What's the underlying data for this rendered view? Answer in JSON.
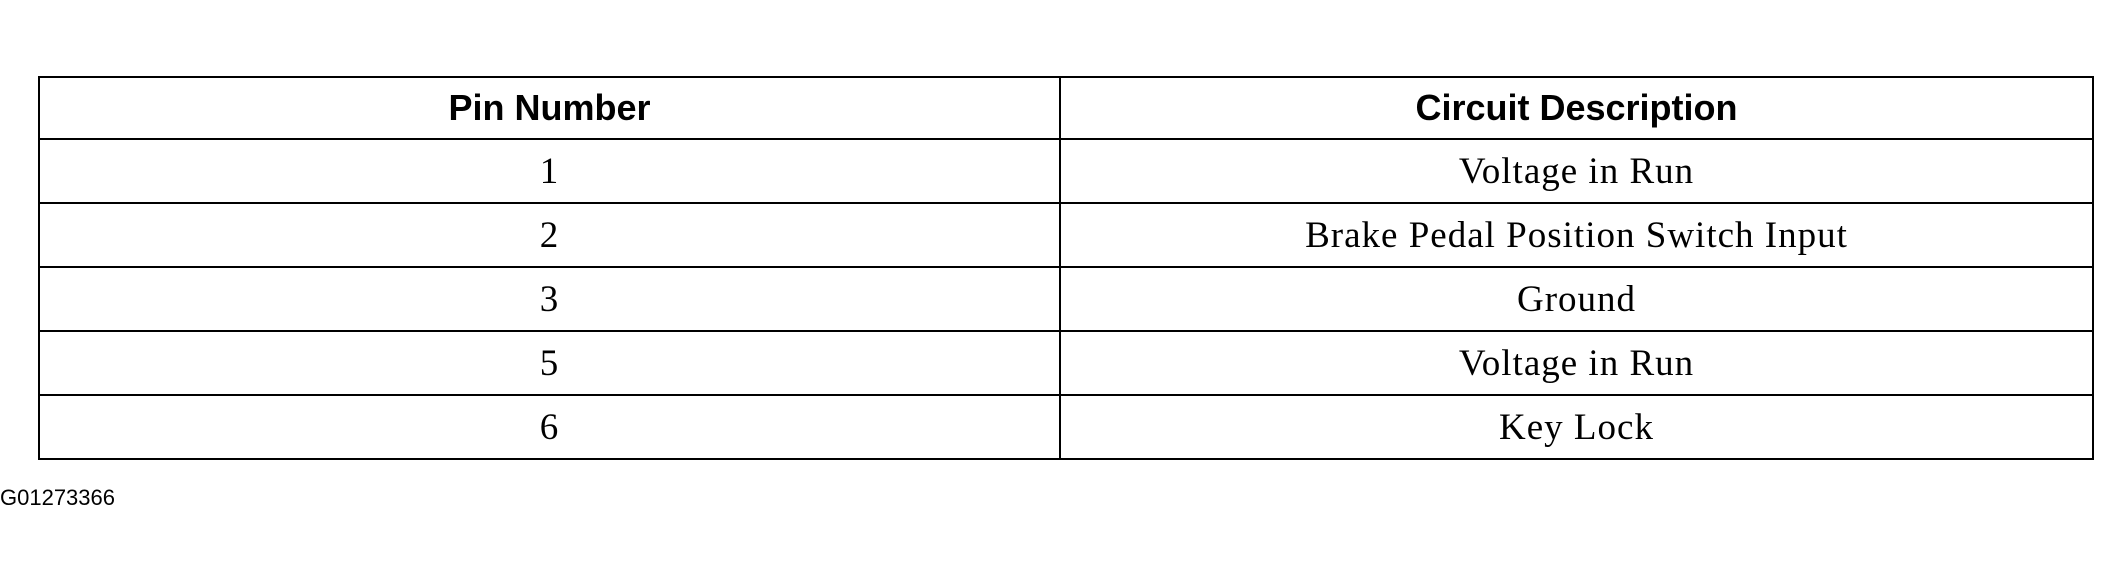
{
  "table": {
    "headers": [
      "Pin Number",
      "Circuit Description"
    ],
    "rows": [
      [
        "1",
        "Voltage in Run"
      ],
      [
        "2",
        "Brake Pedal Position Switch Input"
      ],
      [
        "3",
        "Ground"
      ],
      [
        "5",
        "Voltage in Run"
      ],
      [
        "6",
        "Key Lock"
      ]
    ]
  },
  "figure_id": "G01273366"
}
